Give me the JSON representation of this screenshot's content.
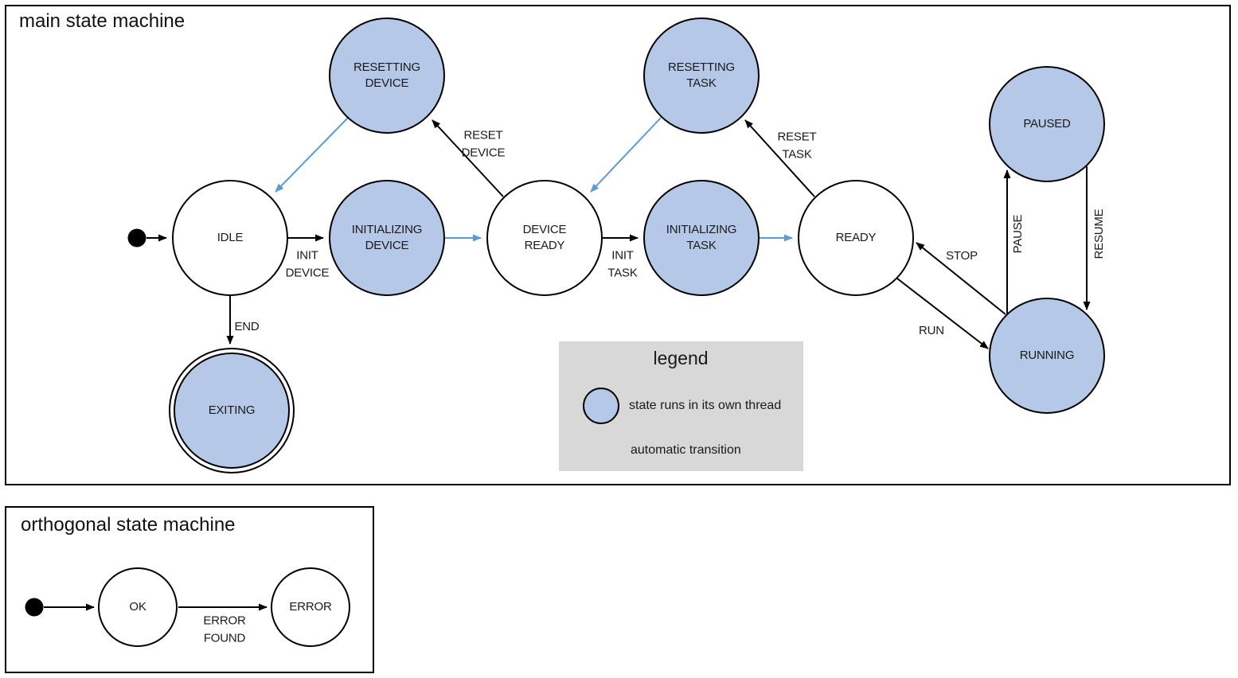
{
  "colors": {
    "thread_fill": "#b6c8e8",
    "auto_arrow": "#5b9bd5",
    "legend_bg": "#d8d8d8",
    "line": "#000000"
  },
  "main": {
    "title": "main state machine",
    "states": {
      "idle": {
        "label": "IDLE",
        "threaded": false,
        "initial": true
      },
      "initializing_device": {
        "label": "INITIALIZING\nDEVICE",
        "threaded": true
      },
      "device_ready": {
        "label": "DEVICE\nREADY",
        "threaded": false
      },
      "initializing_task": {
        "label": "INITIALIZING\nTASK",
        "threaded": true
      },
      "ready": {
        "label": "READY",
        "threaded": false
      },
      "resetting_device": {
        "label": "RESETTING\nDEVICE",
        "threaded": true
      },
      "resetting_task": {
        "label": "RESETTING\nTASK",
        "threaded": true
      },
      "paused": {
        "label": "PAUSED",
        "threaded": true
      },
      "running": {
        "label": "RUNNING",
        "threaded": true
      },
      "exiting": {
        "label": "EXITING",
        "threaded": true,
        "final": true
      }
    },
    "transitions": {
      "init_device": {
        "label": "INIT\nDEVICE",
        "from": "IDLE",
        "to": "INITIALIZING DEVICE",
        "automatic": false
      },
      "auto_dev": {
        "label": "",
        "from": "INITIALIZING DEVICE",
        "to": "DEVICE READY",
        "automatic": true
      },
      "reset_device": {
        "label": "RESET\nDEVICE",
        "from": "DEVICE READY",
        "to": "RESETTING DEVICE",
        "automatic": false
      },
      "auto_reset_d": {
        "label": "",
        "from": "RESETTING DEVICE",
        "to": "IDLE",
        "automatic": true
      },
      "init_task": {
        "label": "INIT\nTASK",
        "from": "DEVICE READY",
        "to": "INITIALIZING TASK",
        "automatic": false
      },
      "auto_task": {
        "label": "",
        "from": "INITIALIZING TASK",
        "to": "READY",
        "automatic": true
      },
      "reset_task": {
        "label": "RESET\nTASK",
        "from": "READY",
        "to": "RESETTING TASK",
        "automatic": false
      },
      "auto_reset_t": {
        "label": "",
        "from": "RESETTING TASK",
        "to": "DEVICE READY",
        "automatic": true
      },
      "run": {
        "label": "RUN",
        "from": "READY",
        "to": "RUNNING",
        "automatic": false
      },
      "stop": {
        "label": "STOP",
        "from": "RUNNING",
        "to": "READY",
        "automatic": false
      },
      "pause": {
        "label": "PAUSE",
        "from": "RUNNING",
        "to": "PAUSED",
        "automatic": false
      },
      "resume": {
        "label": "RESUME",
        "from": "PAUSED",
        "to": "RUNNING",
        "automatic": false
      },
      "end": {
        "label": "END",
        "from": "IDLE",
        "to": "EXITING",
        "automatic": false
      }
    }
  },
  "legend": {
    "title": "legend",
    "thread_item": "state runs in its own thread",
    "auto_item": "automatic transition"
  },
  "orthogonal": {
    "title": "orthogonal state machine",
    "states": {
      "ok": {
        "label": "OK",
        "initial": true
      },
      "error": {
        "label": "ERROR"
      }
    },
    "transitions": {
      "error_found": {
        "label": "ERROR\nFOUND",
        "from": "OK",
        "to": "ERROR",
        "automatic": false
      }
    }
  }
}
